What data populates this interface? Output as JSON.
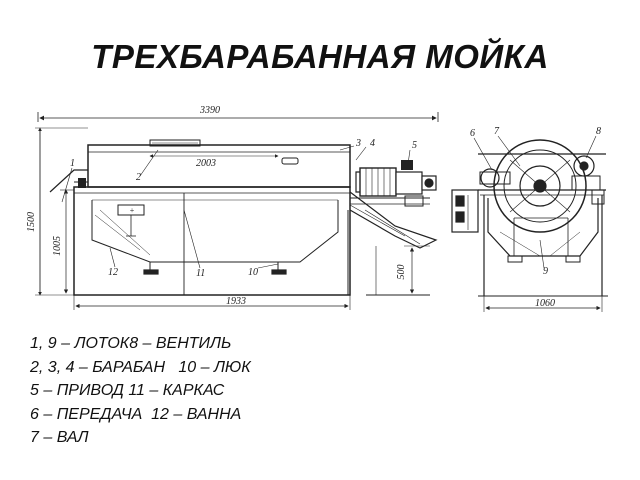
{
  "title": "ТРЕХБАРАБАННАЯ МОЙКА",
  "dimensions": {
    "overall_length": "3390",
    "inner_length": "2003",
    "height": "1500",
    "tub_height": "1005",
    "base_length": "1933",
    "side_height": "500",
    "width": "1060"
  },
  "callouts": {
    "side": [
      "1",
      "2",
      "3",
      "4",
      "5",
      "10",
      "11",
      "12"
    ],
    "end": [
      "6",
      "7",
      "8",
      "9"
    ]
  },
  "legend": [
    {
      "left": "1, 9 – ЛОТОК",
      "right": "8 – ВЕНТИЛЬ"
    },
    {
      "left": "2, 3, 4 – БАРАБАН",
      "right": "   10 – ЛЮК"
    },
    {
      "left": "5 – ПРИВОД",
      "right": " 11 – КАРКАС"
    },
    {
      "left": "6 – ПЕРЕДАЧА",
      "right": "  12 – ВАННА"
    },
    {
      "left": "7 – ВАЛ",
      "right": ""
    }
  ]
}
